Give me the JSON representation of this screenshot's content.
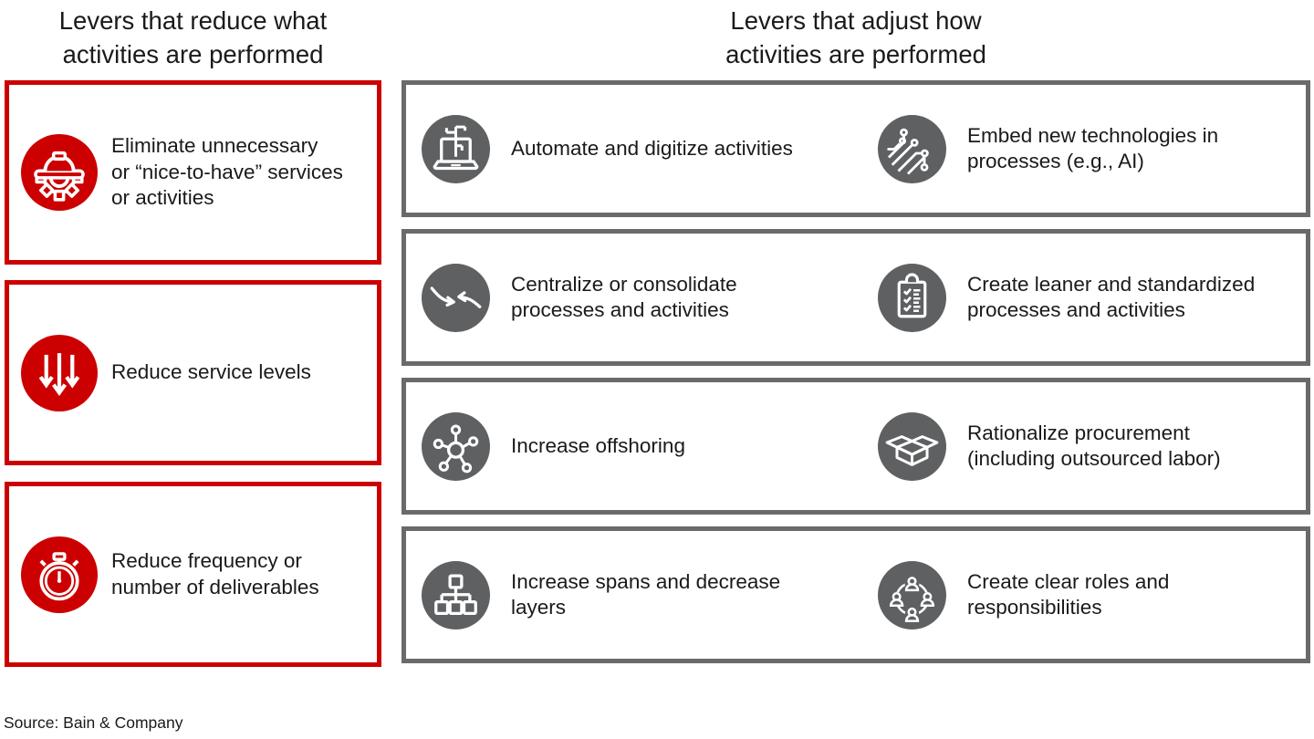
{
  "colors": {
    "bain_red": "#cc0000",
    "icon_gray": "#5f6062",
    "border_gray": "#696a6c",
    "text": "#1a1a1a"
  },
  "left_panel": {
    "title": "Levers that reduce what\nactivities are performed",
    "items": [
      {
        "label": "Eliminate unnecessary\nor “nice-to-have” services\nor activities",
        "icon": "helmet-gear"
      },
      {
        "label": "Reduce service levels",
        "icon": "arrows-down"
      },
      {
        "label": "Reduce frequency or\nnumber of deliverables",
        "icon": "stopwatch"
      }
    ]
  },
  "right_panel": {
    "title": "Levers that adjust how\nactivities are performed",
    "rows": [
      [
        {
          "label": "Automate and digitize activities",
          "icon": "laptop-automation"
        },
        {
          "label": "Embed new technologies in\nprocesses (e.g., AI)",
          "icon": "circuit-board"
        }
      ],
      [
        {
          "label": "Centralize or consolidate\nprocesses and activities",
          "icon": "converging-arrows"
        },
        {
          "label": "Create leaner and standardized\nprocesses and activities",
          "icon": "clipboard-checklist"
        }
      ],
      [
        {
          "label": "Increase offshoring",
          "icon": "network-nodes"
        },
        {
          "label": "Rationalize procurement\n(including outsourced labor)",
          "icon": "open-box"
        }
      ],
      [
        {
          "label": "Increase spans and decrease\nlayers",
          "icon": "org-chart"
        },
        {
          "label": "Create clear roles and\nresponsibilities",
          "icon": "people-circle"
        }
      ]
    ]
  },
  "footer": {
    "source": "Source: Bain & Company"
  }
}
